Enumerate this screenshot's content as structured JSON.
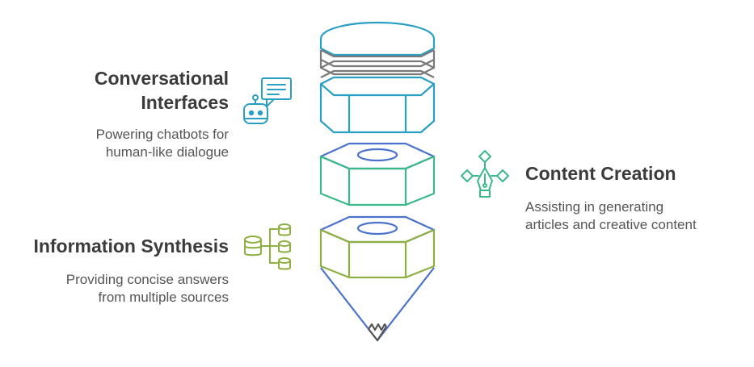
{
  "items": [
    {
      "title_lines": [
        "Conversational",
        "Interfaces"
      ],
      "desc_lines": [
        "Powering chatbots for",
        "human-like dialogue"
      ],
      "icon": "chatbot-icon",
      "color": "#2a9fc4"
    },
    {
      "title_lines": [
        "Content Creation"
      ],
      "desc_lines": [
        "Assisting in generating",
        "articles and creative content"
      ],
      "icon": "pen-tool-icon",
      "color": "#3bb98a"
    },
    {
      "title_lines": [
        "Information Synthesis"
      ],
      "desc_lines": [
        "Providing concise answers",
        "from multiple sources"
      ],
      "icon": "database-tree-icon",
      "color": "#8db040"
    }
  ],
  "colors": {
    "cyan": "#2a9fc4",
    "gray": "#7a7a7a",
    "blue": "#4a73c9",
    "green": "#3bb98a",
    "olive": "#8db040",
    "title_text": "#3b3b3b",
    "desc_text": "#555555"
  }
}
